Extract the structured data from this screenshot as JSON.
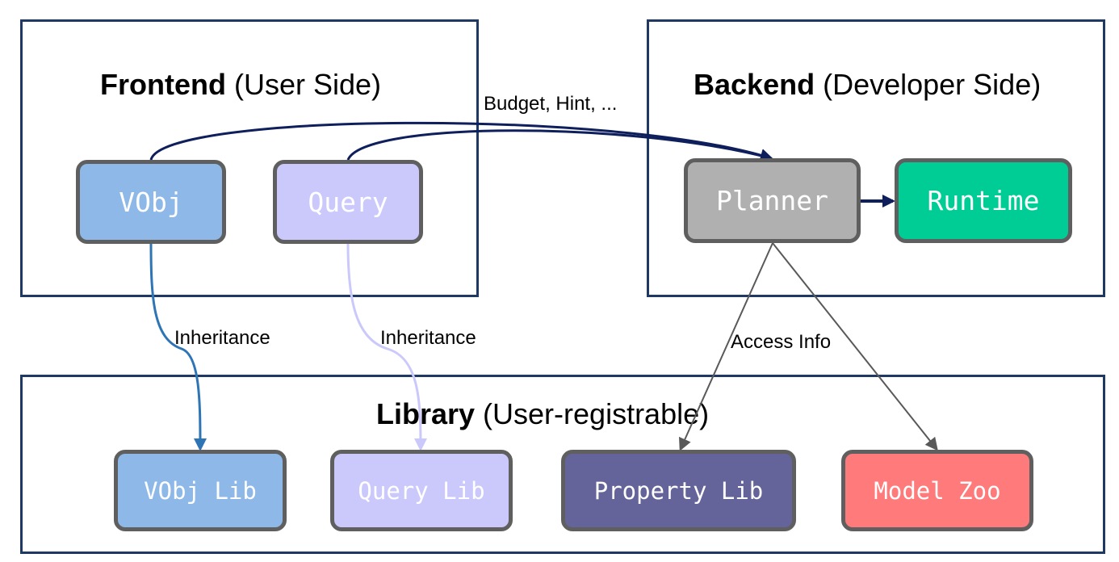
{
  "frontend": {
    "title_bold": "Frontend",
    "title_rest": " (User Side)"
  },
  "backend": {
    "title_bold": "Backend",
    "title_rest": " (Developer Side)"
  },
  "library": {
    "title_bold": "Library",
    "title_rest": " (User-registrable)"
  },
  "nodes": {
    "vobj": "VObj",
    "query": "Query",
    "planner": "Planner",
    "runtime": "Runtime",
    "vobj_lib": "VObj Lib",
    "query_lib": "Query Lib",
    "property_lib": "Property Lib",
    "model_zoo": "Model Zoo"
  },
  "edge_labels": {
    "budget": "Budget, Hint, ...",
    "inheritance_vobj": "Inheritance",
    "inheritance_query": "Inheritance",
    "access_info": "Access Info"
  },
  "colors": {
    "panel_border": "#1f3864",
    "vobj": "#8db8e8",
    "query": "#cbc9fb",
    "planner": "#b0b0b0",
    "runtime": "#00cc95",
    "property_lib": "#65649a",
    "model_zoo": "#ff7b7b",
    "arrow_navy": "#0e1f5c",
    "arrow_blue": "#2e75b6",
    "arrow_lavender": "#cbc9fb",
    "arrow_gray": "#595959"
  }
}
